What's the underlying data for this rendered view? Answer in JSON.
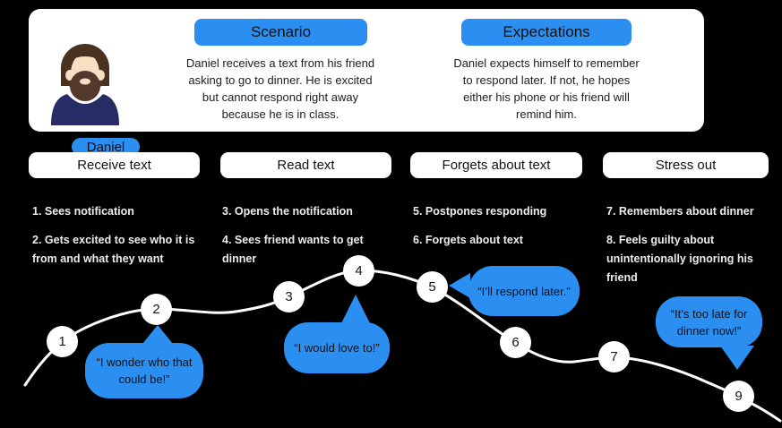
{
  "persona": {
    "name": "Daniel"
  },
  "sections": {
    "scenario": {
      "title": "Scenario",
      "text": "Daniel receives a text from his friend\nasking to go to dinner. He is excited\nbut cannot respond right away\nbecause he is in class."
    },
    "expectations": {
      "title": "Expectations",
      "text": "Daniel expects himself to remember\nto respond later. If not, he hopes\neither his phone or his friend will\nremind him."
    }
  },
  "stages": [
    "Receive text",
    "Read text",
    "Forgets about text",
    "Stress out"
  ],
  "steps": [
    "1. Sees notification",
    "2. Gets excited to see who it is\nfrom and what they want",
    "3. Opens the notification",
    "4.  Sees friend wants to get\ndinner",
    "5. Postpones responding",
    "6. Forgets about text",
    "7. Remembers about dinner",
    "8. Feels guilty about\nunintentionally ignoring his\nfriend"
  ],
  "journey": {
    "numbers": [
      "1",
      "2",
      "3",
      "4",
      "5",
      "6",
      "7",
      "9"
    ],
    "quotes": [
      "“I wonder who that\ncould be!”",
      "“I would love to!”",
      "“I’ll respond later.”",
      "“It’s too late for\ndinner now!”"
    ]
  },
  "colors": {
    "accent_blue": "#2b8ff2",
    "background": "#000000",
    "card": "#ffffff",
    "shirt_navy": "#272b66"
  }
}
